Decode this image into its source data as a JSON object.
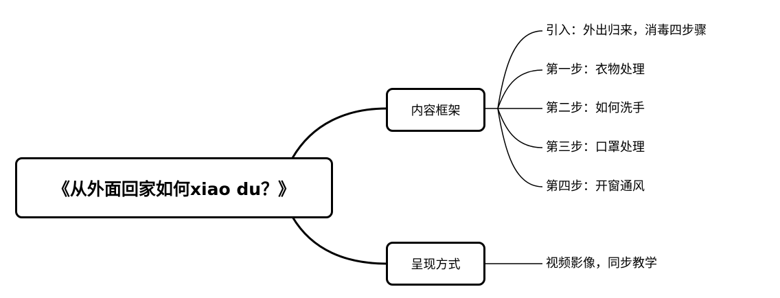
{
  "mindmap": {
    "root": "《从外面回家如何xiao du？》",
    "branches": [
      {
        "label": "内容框架",
        "children": [
          "引入：外出归来，消毒四步骤",
          "第一步：衣物处理",
          "第二步：如何洗手",
          "第三步：口罩处理",
          "第四步：开窗通风"
        ]
      },
      {
        "label": "呈现方式",
        "children": [
          "视频影像，同步教学"
        ]
      }
    ]
  }
}
